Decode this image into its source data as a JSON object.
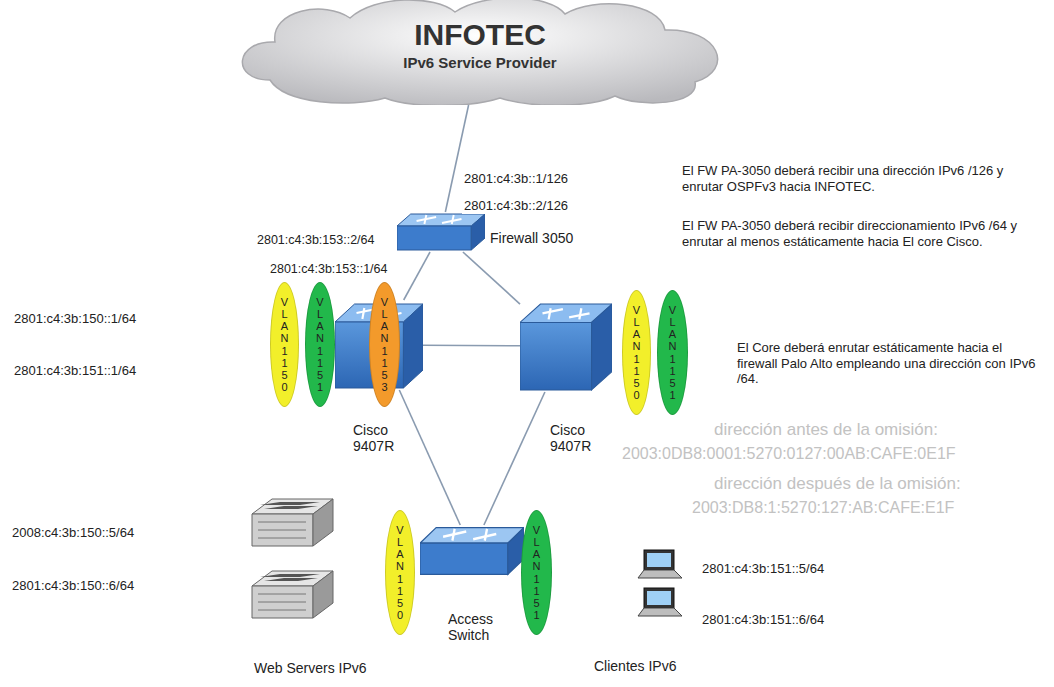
{
  "diagram": {
    "nodes": [
      {
        "text": [
          "INFOTEC",
          "IPv6 Service Provider"
        ]
      },
      {
        "text": [
          "Firewall 3050"
        ]
      },
      {
        "text": [
          "Cisco 9407R"
        ]
      },
      {
        "text": [
          "Cisco 9407R"
        ]
      },
      {
        "text": [
          "Access Switch"
        ]
      },
      {
        "text": [
          "Web Servers IPv6"
        ]
      },
      {
        "text": [
          "Clientes IPv6"
        ]
      },
      {
        "text": [
          "VLAN 1150"
        ]
      },
      {
        "text": [
          "VLAN 1151"
        ]
      },
      {
        "text": [
          "VLAN 1153"
        ]
      },
      {
        "text": [
          "VLAN 1150"
        ]
      },
      {
        "text": [
          "VLAN 1151"
        ]
      },
      {
        "text": [
          "VLAN 1150"
        ]
      },
      {
        "text": [
          "VLAN 1151"
        ]
      }
    ],
    "edges": [
      {
        "from": 0,
        "to": 1,
        "arrow": "none"
      },
      {
        "from": 1,
        "to": 2,
        "arrow": "none"
      },
      {
        "from": 1,
        "to": 3,
        "arrow": "none"
      },
      {
        "from": 2,
        "to": 3,
        "arrow": "none"
      },
      {
        "from": 2,
        "to": 4,
        "arrow": "none"
      },
      {
        "from": 3,
        "to": 4,
        "arrow": "none"
      }
    ],
    "labels": [
      "2801:c4:3b::1/126",
      "2801:c4:3b::2/126",
      "El FW PA-3050 deberá recibir una dirección IPv6 /126 y enrutar OSPFv3 hacia INFOTEC.",
      "El FW PA-3050 deberá recibir direccionamiento IPv6 /64 y enrutar al menos estáticamente hacia El core Cisco.",
      "2801:c4:3b:153::2/64",
      "2801:c4:3b:153::1/64",
      "2801:c4:3b:150::1/64",
      "2801:c4:3b:151::1/64",
      "El Core deberá enrutar estáticamente hacia el firewall Palo Alto empleando una dirección con IPv6 /64.",
      "2008:c4:3b:150::5/64",
      "2801:c4:3b:150::6/64",
      "2801:c4:3b:151::5/64",
      "2801:c4:3b:151::6/64",
      "dirección antes de la omisión:",
      "2003:0DB8:0001:5270:0127:00AB:CAFE:0E1F",
      "dirección después de la omisión:",
      "2003:DB8:1:5270:127:AB:CAFE:E1F"
    ]
  }
}
